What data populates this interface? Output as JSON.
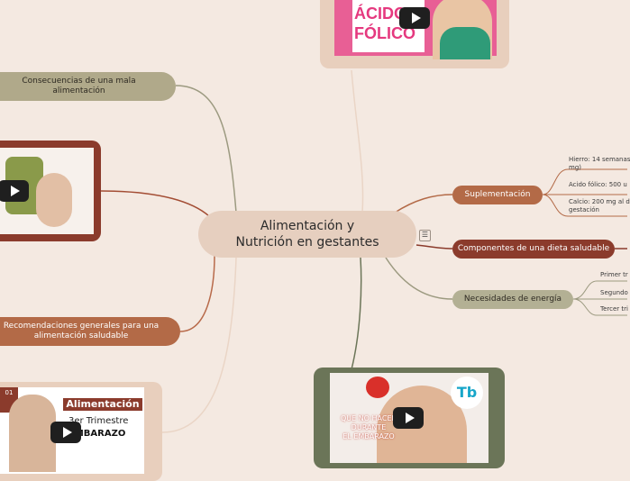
{
  "central": {
    "line1": "Alimentación y",
    "line2": "Nutrición en gestantes"
  },
  "left_nodes": {
    "consecuencias": {
      "line1": "Consecuencias de una mala",
      "line2": "alimentación"
    },
    "recomendaciones": {
      "line1": "Recomendaciones generales para una",
      "line2": "alimentación saludable"
    }
  },
  "right_nodes": {
    "suplementacion": "Suplementación",
    "componentes": "Componentes de una dieta saludable",
    "necesidades": "Necesidades de energía"
  },
  "suplementacion_leaves": [
    {
      "line1": "Hierro: 14 semanas",
      "line2": "mg)"
    },
    {
      "line1": "Acido fólico: 500 u",
      "line2": ""
    },
    {
      "line1": "Calcio: 200 mg al d",
      "line2": "gestación"
    }
  ],
  "necesidades_leaves": [
    "Primer tr",
    "Segundo",
    "Tercer tri"
  ],
  "videos": {
    "top": {
      "title_line1": "ÁCIDO",
      "title_line2": "FÓLICO"
    },
    "bottom_left": {
      "title_line1": "Alimentación",
      "title_line2": "3er Trimestre",
      "title_line3": "EMBARAZO",
      "small_left": "01",
      "footer": ""
    },
    "bottom_center": {
      "caption_line1": "QUE NO HACER",
      "caption_line2": "DURANTE",
      "caption_line3": "EL EMBARAZO",
      "logo": "Tb"
    }
  },
  "icons": {
    "menu": "list-icon",
    "play": "play-icon"
  },
  "colors": {
    "background": "#f4e9e1",
    "central": "#e6cfbf",
    "olive": "#b0a98a",
    "brown": "#b36a47",
    "dark_red": "#8b3b2c"
  }
}
